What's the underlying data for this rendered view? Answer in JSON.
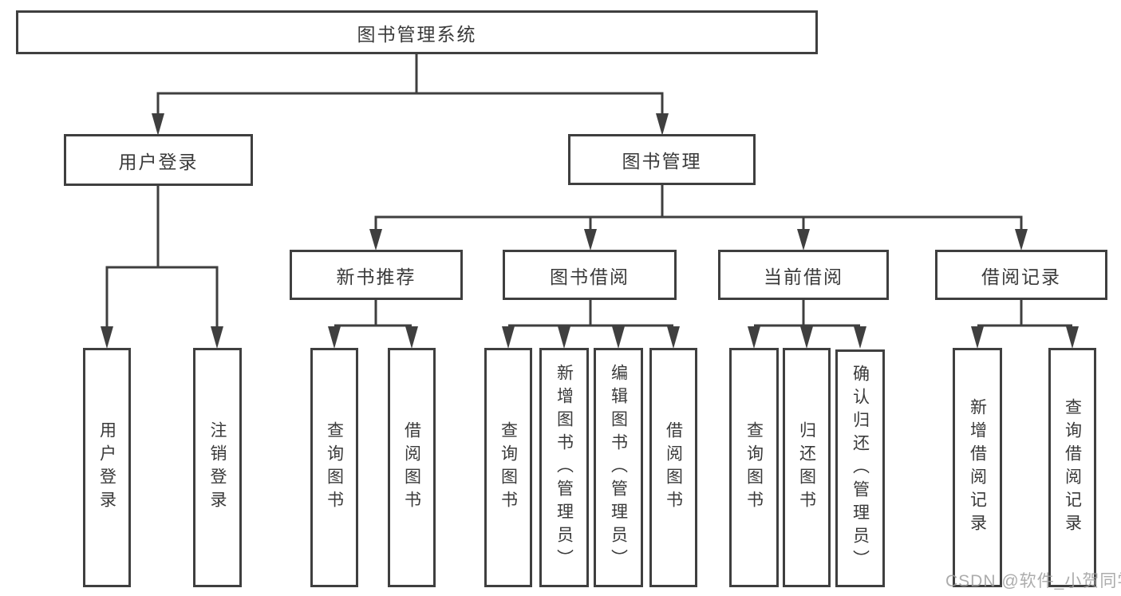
{
  "diagram": {
    "root": {
      "label": "图书管理系统",
      "children": [
        {
          "label": "用户登录",
          "children": [
            {
              "label": "用户登录"
            },
            {
              "label": "注销登录"
            }
          ]
        },
        {
          "label": "图书管理",
          "children": [
            {
              "label": "新书推荐",
              "children": [
                {
                  "label": "查询图书"
                },
                {
                  "label": "借阅图书"
                }
              ]
            },
            {
              "label": "图书借阅",
              "children": [
                {
                  "label": "查询图书"
                },
                {
                  "label": "新增图书（管理员）"
                },
                {
                  "label": "编辑图书（管理员）"
                },
                {
                  "label": "借阅图书"
                }
              ]
            },
            {
              "label": "当前借阅",
              "children": [
                {
                  "label": "查询图书"
                },
                {
                  "label": "归还图书"
                },
                {
                  "label": "确认归还（管理员）"
                }
              ]
            },
            {
              "label": "借阅记录",
              "children": [
                {
                  "label": "新增借阅记录"
                },
                {
                  "label": "查询借阅记录"
                }
              ]
            }
          ]
        }
      ]
    }
  },
  "colors": {
    "line": "#3f3f3f",
    "text": "#3a3a3a",
    "background": "#ffffff",
    "watermark": "#9e9e9e"
  },
  "watermark": {
    "text": "CSDN @软件_小贺同学"
  }
}
